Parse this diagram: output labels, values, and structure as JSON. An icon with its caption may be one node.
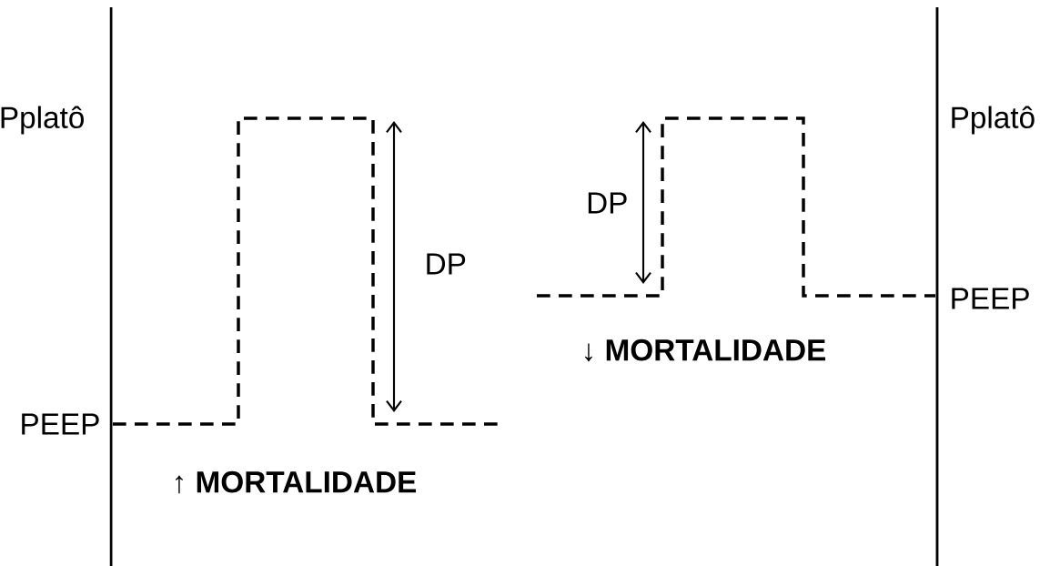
{
  "diagram": {
    "labels": [
      "Pplatô",
      "Pplatô",
      "DP",
      "DP",
      "PEEP",
      "PEEP",
      "↑ **MORTALIDADE**",
      "↓ **MORTALIDADE**"
    ]
  }
}
